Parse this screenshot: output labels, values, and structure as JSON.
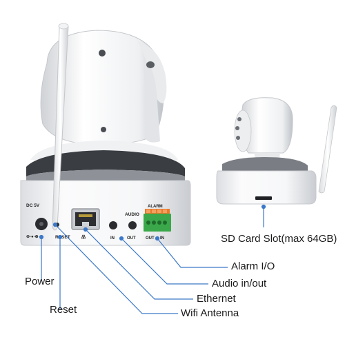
{
  "camera_back_labels": {
    "power_jack": "DC 5V",
    "reset": "RESET",
    "audio": "AUDIO",
    "audio_in": "IN",
    "audio_out": "OUT",
    "alarm": "ALARM",
    "alarm_out": "OUT",
    "alarm_in": "IN"
  },
  "callouts": {
    "sd_card": "SD Card Slot(max 64GB)",
    "alarm_io": "Alarm I/O",
    "audio_io": "Audio in/out",
    "ethernet": "Ethernet",
    "power": "Power",
    "reset": "Reset",
    "wifi_antenna": "Wifi Antenna"
  },
  "colors": {
    "body": "#f4f5f6",
    "shadow": "#d4d6da",
    "dark_ring": "#3a3d42",
    "callout_line": "#3b78c8",
    "terminal_green": "#3aa84a",
    "terminal_orange": "#e87a2a"
  }
}
